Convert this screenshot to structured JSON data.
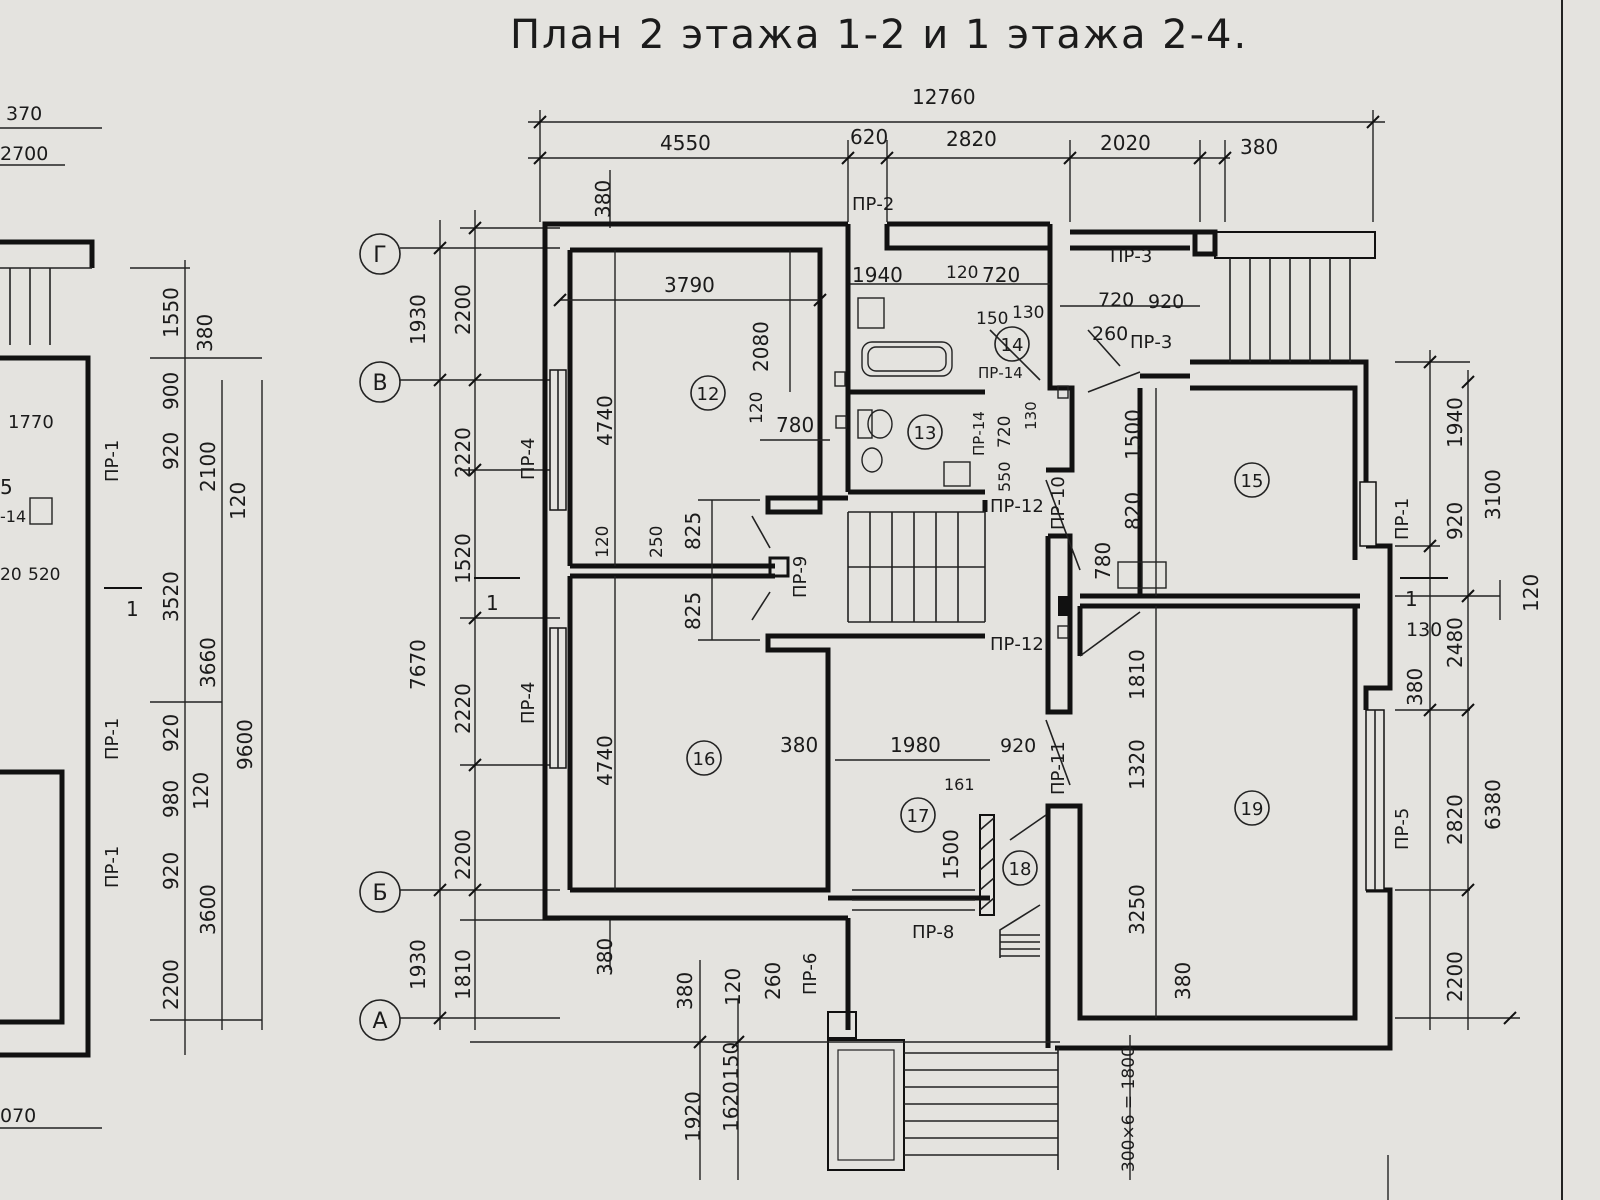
{
  "title": "План 2 этажа 1-2 и 1 этажа 2-4.",
  "axes": [
    "Г",
    "В",
    "Б",
    "А"
  ],
  "rooms": [
    "12",
    "13",
    "14",
    "15",
    "16",
    "17",
    "18",
    "19"
  ],
  "openings": [
    "ПР-1",
    "ПР-2",
    "ПР-3",
    "ПР-4",
    "ПР-5",
    "ПР-6",
    "ПР-8",
    "ПР-9",
    "ПР-10",
    "ПР-11",
    "ПР-12",
    "ПР-14"
  ],
  "dims_top": {
    "overall": "12760",
    "segments": [
      "4550",
      "620",
      "2820",
      "2020",
      "380"
    ]
  },
  "dims_left": {
    "overall": "7670",
    "chain_outer": [
      "1930",
      "1930",
      "1810"
    ],
    "chain_inner": [
      "380",
      "2200",
      "2220",
      "1520",
      "2220",
      "2200",
      "380"
    ]
  },
  "dims_right": {
    "overall": "6380",
    "chain": [
      "1940",
      "920",
      "3100",
      "120",
      "130",
      "2480",
      "380",
      "2820",
      "2200"
    ]
  },
  "dims_bottom": [
    "380",
    "120",
    "260",
    "1920",
    "1620",
    "150",
    "300×6 = 1800"
  ],
  "dims_interior": [
    "3790",
    "4740",
    "2080",
    "120",
    "780",
    "1940",
    "120",
    "720",
    "150",
    "130",
    "720",
    "920",
    "260",
    "720",
    "130",
    "550",
    "1500",
    "820",
    "780",
    "250",
    "825",
    "825",
    "120",
    "4740",
    "380",
    "1980",
    "920",
    "161",
    "1500",
    "1810",
    "1320",
    "3250",
    "380"
  ],
  "left_fragment": {
    "dims": [
      "370",
      "2700",
      "1550",
      "380",
      "900",
      "1770",
      "920",
      "2100",
      "120",
      "3520",
      "20",
      "520",
      "3660",
      "9600",
      "920",
      "980",
      "120",
      "920",
      "3600",
      "2200",
      "070"
    ],
    "labels": [
      "ПР-1",
      "ПР-1",
      "ПР-1",
      "5",
      "-14"
    ],
    "section": "1"
  },
  "section_mark": "1"
}
